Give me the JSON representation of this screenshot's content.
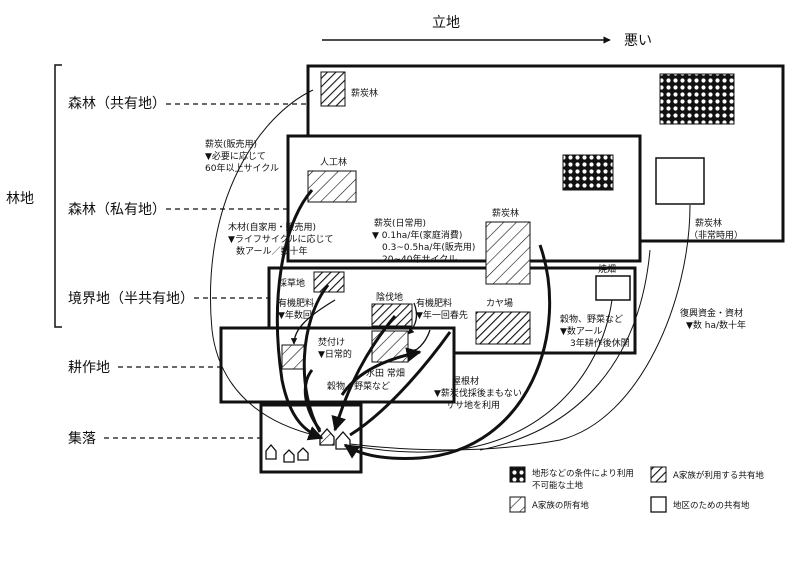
{
  "header": {
    "axis_label": "立地",
    "axis_end": "悪い"
  },
  "left": {
    "group_label": "林地",
    "rows": [
      {
        "label": "森林（共有地）"
      },
      {
        "label": "森林（私有地）"
      },
      {
        "label": "境界地（半共有地）"
      },
      {
        "label": "耕作地"
      },
      {
        "label": "集落"
      }
    ]
  },
  "annotations": {
    "shintan_common": "薪炭林",
    "jinkourin": "人工林",
    "shintan_private": "薪炭林",
    "shintan_emergency_1": "薪炭林",
    "shintan_emergency_2": "（非常時用）",
    "saisouchi": "採草地",
    "inkichi": "陰伐地",
    "kayaba": "カヤ場",
    "yakibata": "焼畑",
    "suiden": "水田 常畑",
    "takitsuke_1": "焚付け",
    "takitsuke_2": "▼日常的",
    "grain_fields": "穀物、野菜など",
    "organic_left_1": "有機肥料",
    "organic_left_2": "▼年数回",
    "organic_right_1": "有機肥料",
    "organic_right_2": "▼年一回春先",
    "yane_1": "屋根材",
    "yane_2": "▼薪炭伐採後まもない",
    "yane_3": "ササ地を利用",
    "sales_1": "薪炭(販売用)",
    "sales_2": "▼必要に応じて",
    "sales_3": "60年以上サイクル",
    "timber_1": "木材(自家用・販売用)",
    "timber_2": "▼ライフサイクルに応じて",
    "timber_3": "数アール／数十年",
    "daily_1": "薪炭(日常用)",
    "daily_2": "▼ 0.1ha/年(家庭消費)",
    "daily_3": "0.3~0.5ha/年(販売用)",
    "daily_4": "20~40年サイクル",
    "swidden_1": "穀物、野菜など",
    "swidden_2": "▼数アール",
    "swidden_3": "3年耕作後休閑",
    "recovery_1": "復興資金・資材",
    "recovery_2": "▼数 ha/数十年"
  },
  "legend": [
    {
      "key": "dots",
      "text_1": "地形などの条件により利用",
      "text_2": "不可能な土地"
    },
    {
      "key": "hatch_dense",
      "text_1": "A家族が利用する共有地",
      "text_2": ""
    },
    {
      "key": "hatch_sparse",
      "text_1": "A家族の所有地",
      "text_2": ""
    },
    {
      "key": "blank",
      "text_1": "地区のための共有地",
      "text_2": ""
    }
  ]
}
